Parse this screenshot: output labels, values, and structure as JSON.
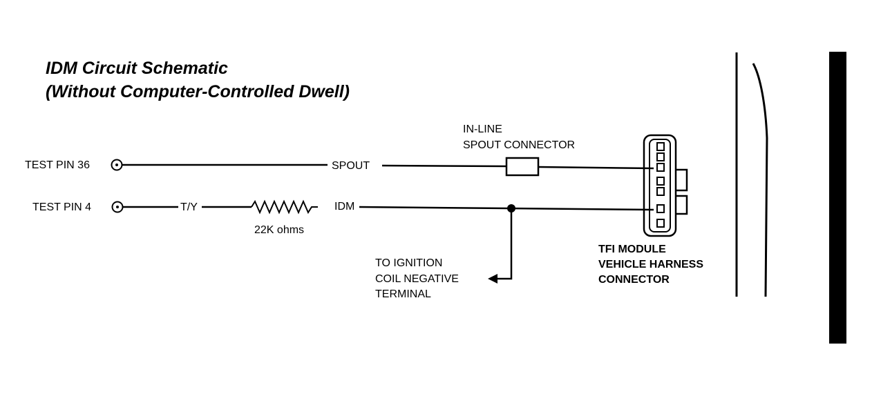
{
  "title": {
    "line1": "IDM Circuit Schematic",
    "line2": "(Without Computer-Controlled Dwell)"
  },
  "labels": {
    "test_pin_36": "TEST PIN 36",
    "test_pin_4": "TEST PIN 4",
    "spout": "SPOUT",
    "idm": "IDM",
    "ty": "T/Y",
    "resistor_value": "22K ohms",
    "inline_connector": [
      "IN-LINE",
      "SPOUT CONNECTOR"
    ],
    "ignition_coil": [
      "TO IGNITION",
      "COIL NEGATIVE",
      "TERMINAL"
    ],
    "tfi_connector": [
      "TFI MODULE",
      "VEHICLE HARNESS",
      "CONNECTOR"
    ]
  },
  "colors": {
    "ink": "#000000",
    "background": "#ffffff"
  }
}
